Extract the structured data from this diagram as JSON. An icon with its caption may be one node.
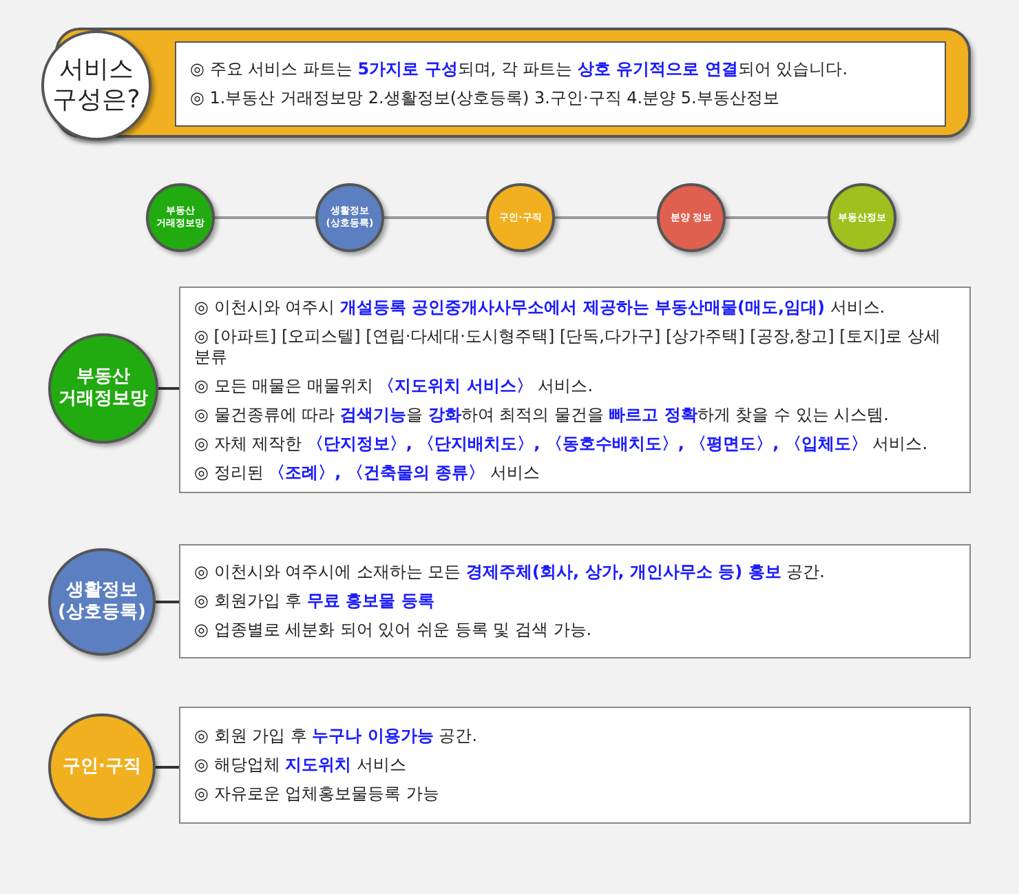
{
  "diagram": {
    "nodes": [
      {
        "text": [
          "서비스 구성은?"
        ]
      },
      {
        "text": [
          "◎ 주요 서비스 파트는 **5가지로 구성**되며, 각 파트는 **상호 유기적으로 연결**되어 있습니다.",
          "◎ 1.부동산 거래정보망  2.생활정보(상호등록)  3.구인·구직  4.분양  5.부동산정보"
        ]
      },
      {
        "text": [
          "부동산 거래정보망"
        ]
      },
      {
        "text": [
          "생활정보 (상호등록)"
        ]
      },
      {
        "text": [
          "구인·구직"
        ]
      },
      {
        "text": [
          "분양 정보"
        ]
      },
      {
        "text": [
          "부동산정보"
        ]
      },
      {
        "text": [
          "부동산 거래정보망"
        ]
      },
      {
        "text": [
          "◎ 이천시와 여주시 **개설등록 공인중개사사무소에서 제공하는 부동산매물(매도,임대)** 서비스.",
          "◎ [아파트] [오피스텔] [연립·다세대·도시형주택] [단독,다가구] [상가주택] [공장,창고] [토지]로 상세분류",
          "◎ 모든 매물은 매물위치 **〈지도위치 서비스〉** 서비스.",
          "◎ 물건종류에 따라 **검색기능**을 **강화**하여 최적의 물건을 **빠르고 정확**하게 찾을 수 있는 시스템.",
          "◎ 자체 제작한 **〈단지정보〉, 〈단지배치도〉, 〈동호수배치도〉, 〈평면도〉, 〈입체도〉** 서비스.",
          "◎ 정리된 **〈조례〉, 〈건축물의 종류〉** 서비스"
        ]
      },
      {
        "text": [
          "생활정보 (상호등록)"
        ]
      },
      {
        "text": [
          "◎ 이천시와 여주시에 소재하는 모든 **경제주체(회사, 상가, 개인사무소 등) 홍보** 공간.",
          "◎ 회원가입 후 **무료 홍보물 등록**",
          "◎ 업종별로 세분화 되어 있어 쉬운 등록 및 검색 가능."
        ]
      },
      {
        "text": [
          "구인·구직"
        ]
      },
      {
        "text": [
          "◎ 회원 가입 후 **누구나 이용가능** 공간.",
          "◎ 해당업체 **지도위치** 서비스",
          "◎ 자유로운 업체홍보물등록 가능"
        ]
      }
    ],
    "edges": [
      {
        "from": 2,
        "to": 3,
        "arrow": "none"
      },
      {
        "from": 3,
        "to": 4,
        "arrow": "none"
      },
      {
        "from": 4,
        "to": 5,
        "arrow": "none"
      },
      {
        "from": 5,
        "to": 6,
        "arrow": "none"
      },
      {
        "from": 7,
        "to": 8,
        "arrow": "none",
        "color": "#333333"
      },
      {
        "from": 9,
        "to": 10,
        "arrow": "none",
        "color": "#333333"
      },
      {
        "from": 11,
        "to": 12,
        "arrow": "none",
        "color": "#333333"
      }
    ]
  }
}
